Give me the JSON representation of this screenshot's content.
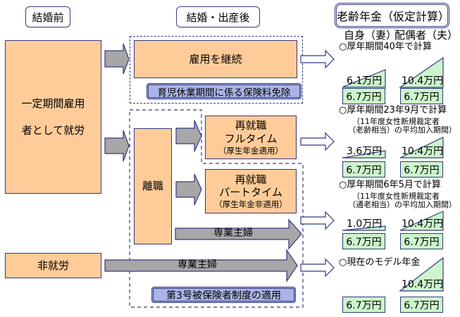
{
  "headers": {
    "before_marriage": "結婚前",
    "after_marriage": "結婚・出産後",
    "pension": "老齢年金（仮定計算）"
  },
  "column_labels": {
    "self": "自身（妻）",
    "spouse": "配偶者（夫）"
  },
  "left": {
    "employment_line1": "一定期間雇用",
    "employment_line2": "者として就労",
    "non_working": "非就労"
  },
  "middle": {
    "continue_employment": "雇用を継続",
    "childcare_exemption": "育児休業期間に係る保険料免除",
    "resign": "離職",
    "reemploy_full_line1": "再就職",
    "reemploy_full_line2": "フルタイム",
    "reemploy_full_line3": "（厚生年金適用）",
    "reemploy_part_line1": "再就職",
    "reemploy_part_line2": "パートタイム",
    "reemploy_part_line3": "（厚生年金非適用）",
    "housewife_arrow_1": "専業主婦",
    "housewife_arrow_2": "専業主婦",
    "category3": "第3号被保険者制度の適用"
  },
  "scenarios": [
    {
      "title": "○厚年期間40年で計算",
      "note1": "",
      "note2": "",
      "self_employee_pension": "6.1万円",
      "self_employee_ratio": 0.59,
      "spouse_employee_pension": "10.4万円",
      "spouse_employee_ratio": 1.0,
      "self_basic": "6.7万円",
      "spouse_basic": "6.7万円"
    },
    {
      "title": "○厚年期間23年9月で計算",
      "note1": "（11年度女性新規裁定者",
      "note2": "（老齢相当）の平均加入期間）",
      "self_employee_pension": "3.6万円",
      "self_employee_ratio": 0.35,
      "spouse_employee_pension": "10.4万円",
      "spouse_employee_ratio": 1.0,
      "self_basic": "6.7万円",
      "spouse_basic": "6.7万円"
    },
    {
      "title": "○厚年期間6年5月で計算",
      "note1": "（11年度女性新規裁定者",
      "note2": "（通老相当）の平均加入期間）",
      "self_employee_pension": "1.0万円",
      "self_employee_ratio": 0.1,
      "spouse_employee_pension": "10.4万円",
      "spouse_employee_ratio": 1.0,
      "self_basic": "6.7万円",
      "spouse_basic": "6.7万円"
    },
    {
      "title": "○現在のモデル年金",
      "note1": "",
      "note2": "",
      "self_employee_pension": "",
      "self_employee_ratio": 0,
      "spouse_employee_pension": "10.4万円",
      "spouse_employee_ratio": 1.0,
      "self_basic": "6.7万円",
      "spouse_basic": "6.7万円"
    }
  ],
  "colors": {
    "orange_box": "#ffcc99",
    "blue_box": "#aab4e6",
    "green_box": "#ccf5cc",
    "border": "#333a80",
    "arrow_gray": "#a6a6a6"
  }
}
